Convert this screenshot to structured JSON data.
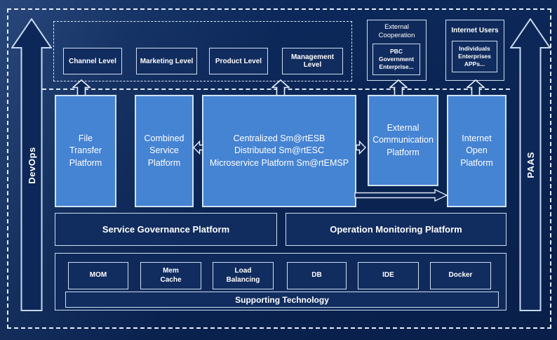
{
  "colors": {
    "background": "#0a2452",
    "box_fill": "#112c5e",
    "platform_fill": "#4583d3",
    "border_light": "#d9e4f4",
    "text": "#ffffff"
  },
  "rails": {
    "devops": "DevOps",
    "paas": "PAAS"
  },
  "consumer": {
    "levels": [
      {
        "label": "Channel Level"
      },
      {
        "label": "Marketing Level"
      },
      {
        "label": "Product Level"
      },
      {
        "label": "Management Level"
      }
    ]
  },
  "external_cooperation": {
    "title": "External\nCooperation",
    "members": "PBC Government\nEnterprise..."
  },
  "internet_users": {
    "title": "Internet Users",
    "members": "Individuals\nEnterprises\nAPPs..."
  },
  "platforms": {
    "file_transfer": "File\nTransfer\nPlatform",
    "combined_service": "Combined\nService\nPlatform",
    "esb": "Centralized Sm@rtESB\nDistributed Sm@rtESC\nMicroservice Platform Sm@rtEMSP",
    "external_communication": "External\nCommunication\nPlatform",
    "internet_open": "Internet\nOpen\nPlatform"
  },
  "governance": {
    "service_governance": "Service Governance Platform",
    "operation_monitoring": "Operation Monitoring Platform"
  },
  "supporting": {
    "technologies": [
      {
        "label": "MOM"
      },
      {
        "label": "Mem\nCache"
      },
      {
        "label": "Load\nBalancing"
      },
      {
        "label": "DB"
      },
      {
        "label": "IDE"
      },
      {
        "label": "Docker"
      }
    ],
    "bar_label": "Supporting Technology"
  }
}
